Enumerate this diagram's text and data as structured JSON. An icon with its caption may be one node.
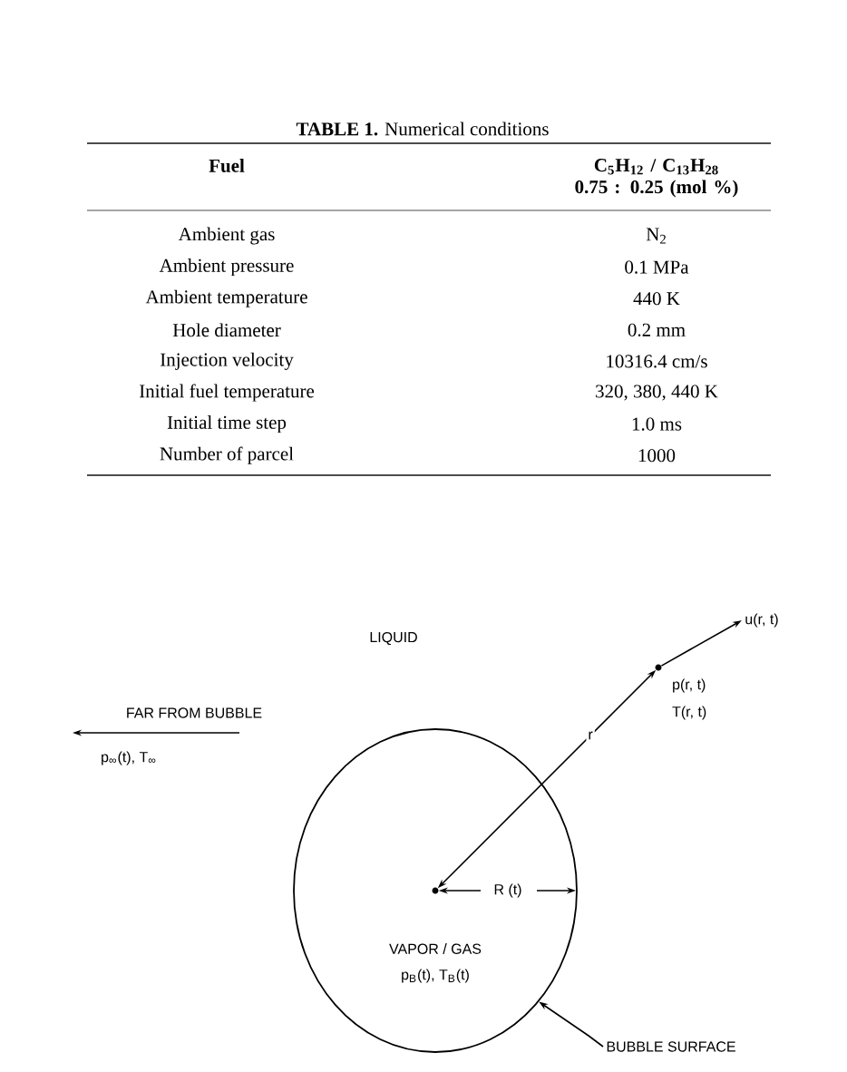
{
  "diagram": {
    "title": "**TABLE 1.** Numerical conditions",
    "nodes": [
      {
        "text": [
          "VAPOR / GAS",
          "p$_{B}$(t), T$_{B}$(t)"
        ]
      },
      {
        "text": [],
        "shape": "circle",
        "in": 0
      },
      {
        "text": [],
        "shape": "circle",
        "beside": [
          "p(r, t)",
          "T(r, t)"
        ]
      },
      {
        "text": [
          "u(r, t)"
        ]
      },
      {
        "text": [
          "BUBBLE SURFACE"
        ]
      }
    ],
    "edges": [
      {
        "from": 2,
        "to": 1,
        "arrow": "both",
        "label": "r"
      },
      {
        "from": 2,
        "to": 3,
        "arrow": "to"
      },
      {
        "from": 4,
        "to": 0,
        "arrow": "to"
      }
    ],
    "labels": [
      "Fuel",
      "C$_{5}$H$_{12}$ / C$_{13}$H$_{28}$ 0.75 : 0.25 (mol %)",
      "Ambient gas",
      "N$_{2}$",
      "Ambient pressure",
      "0.1 MPa",
      "Ambient temperature",
      "440 K",
      "Hole diameter",
      "0.2 mm",
      "Injection velocity",
      "10316.4 cm/s",
      "Initial fuel temperature",
      "320, 380, 440 K",
      "Initial time step",
      "1.0 ms",
      "Number of parcel",
      "1000",
      "LIQUID",
      "FAR FROM BUBBLE",
      "p$_{∞}$(t), T$_{∞}$",
      "R (t)"
    ]
  }
}
